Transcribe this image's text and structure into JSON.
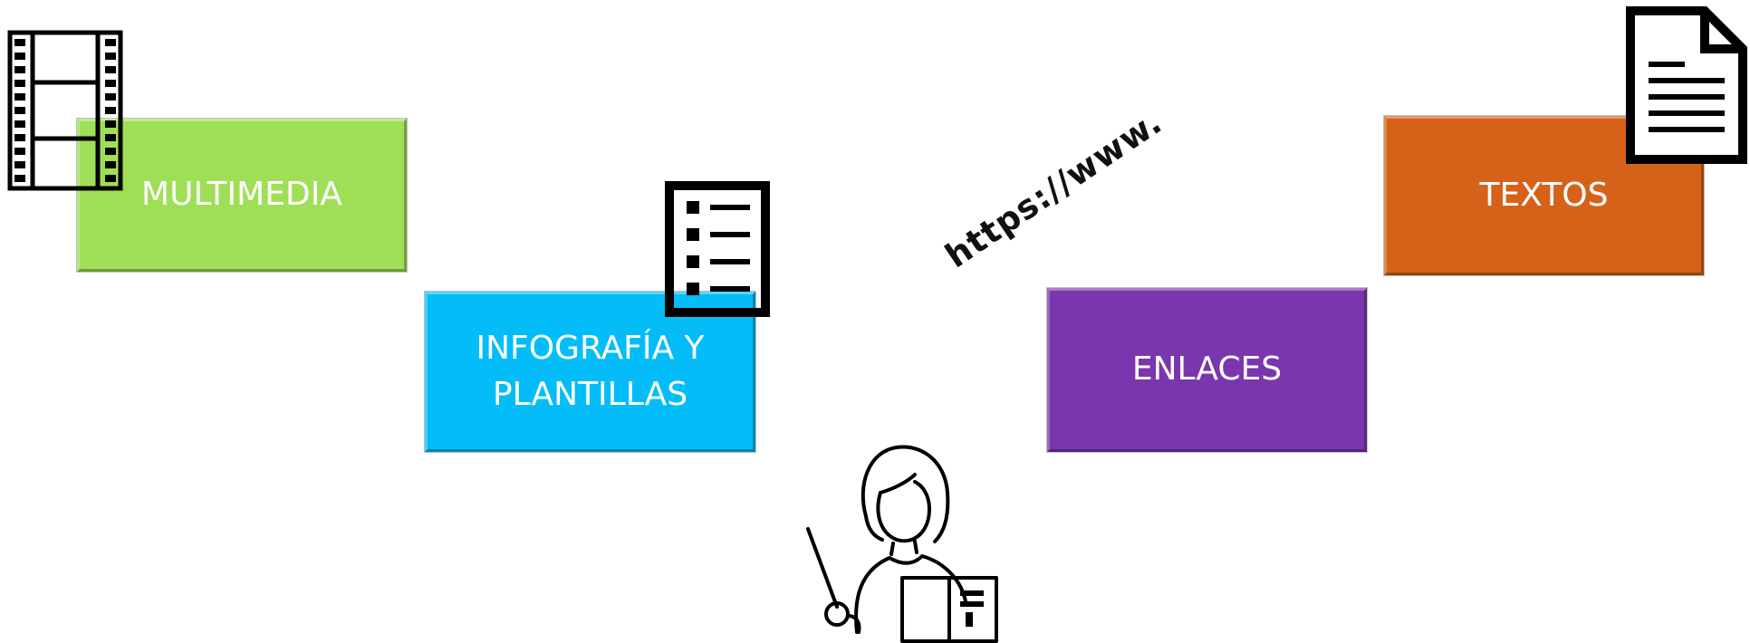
{
  "tiles": {
    "multimedia": {
      "label": "MULTIMEDIA",
      "color": "#9FDF57"
    },
    "infografia": {
      "label_line1": "INFOGRAFÍA Y",
      "label_line2": "PLANTILLAS",
      "color": "#04BDF8"
    },
    "enlaces": {
      "label": "ENLACES",
      "color": "#7A36AD"
    },
    "textos": {
      "label": "TEXTOS",
      "color": "#D6621A"
    }
  },
  "url_label": "https://www.",
  "icons": [
    "film-strip-icon",
    "checklist-icon",
    "document-icon",
    "teacher-reading-icon"
  ]
}
